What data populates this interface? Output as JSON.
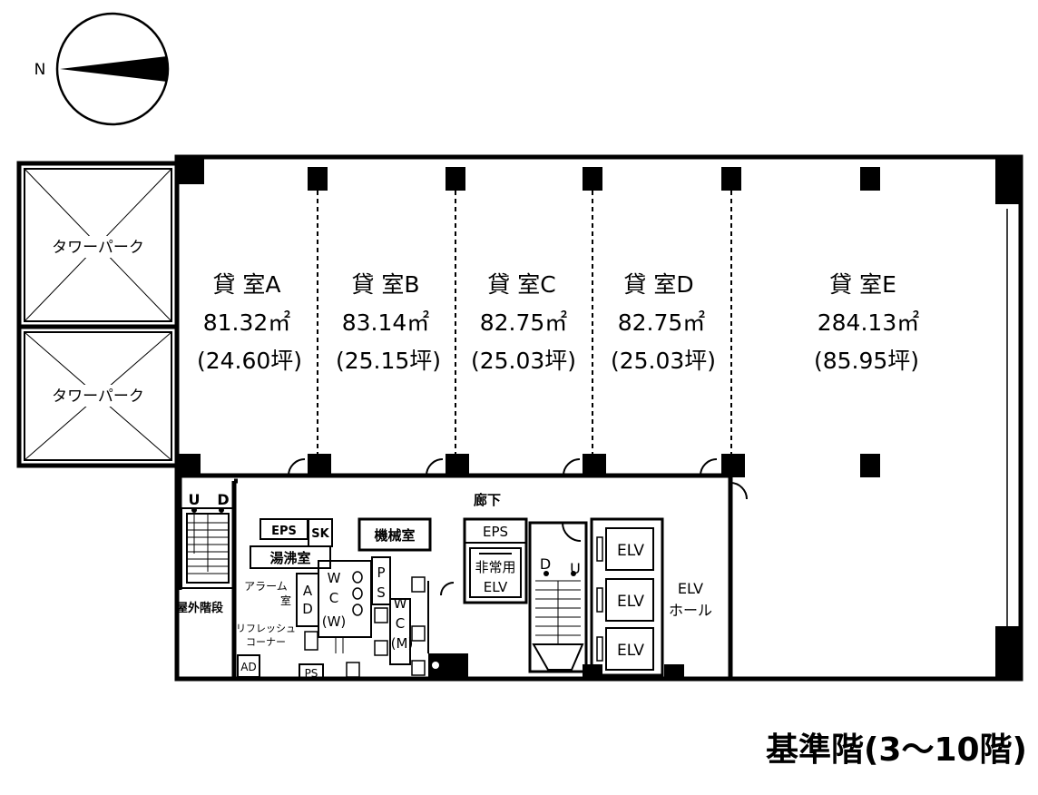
{
  "compass": {
    "north_label": "N"
  },
  "tower_park": {
    "upper_label": "タワーパーク",
    "lower_label": "タワーパーク"
  },
  "rooms": [
    {
      "name": "貸 室A",
      "area": "81.32㎡",
      "tsubo": "(24.60坪)"
    },
    {
      "name": "貸 室B",
      "area": "83.14㎡",
      "tsubo": "(25.15坪)"
    },
    {
      "name": "貸 室C",
      "area": "82.75㎡",
      "tsubo": "(25.03坪)"
    },
    {
      "name": "貸 室D",
      "area": "82.75㎡",
      "tsubo": "(25.03坪)"
    },
    {
      "name": "貸 室E",
      "area": "284.13㎡",
      "tsubo": "(85.95坪)"
    }
  ],
  "corridor": {
    "label": "廊下"
  },
  "outer_stairs": {
    "label": "屋外階段",
    "up": "U",
    "down": "D"
  },
  "inner_stairs": {
    "up": "U",
    "down": "D"
  },
  "service": {
    "eps_left": "EPS",
    "sk": "SK",
    "kitchenette": "湯沸室",
    "machine_room": "機械室",
    "alarm_room_1": "アラーム",
    "alarm_room_2": "室",
    "ad_a": "A",
    "ad_d": "D",
    "refresh_1": "リフレッシュ",
    "refresh_2": "コーナー",
    "ad_small": "AD",
    "ps_small": "PS",
    "ps_p": "P",
    "ps_s": "S",
    "wc_w_1": "W",
    "wc_w_2": "C",
    "wc_w_3": "(W)",
    "wc_m_1": "W",
    "wc_m_2": "C",
    "wc_m_3": "(M)",
    "eps_center": "EPS",
    "emergency_1": "非常用",
    "emergency_2": "ELV"
  },
  "elevators": {
    "car_1": "ELV",
    "car_2": "ELV",
    "car_3": "ELV",
    "hall_1": "ELV",
    "hall_2": "ホール"
  },
  "floor_title": "基準階(3〜10階)"
}
